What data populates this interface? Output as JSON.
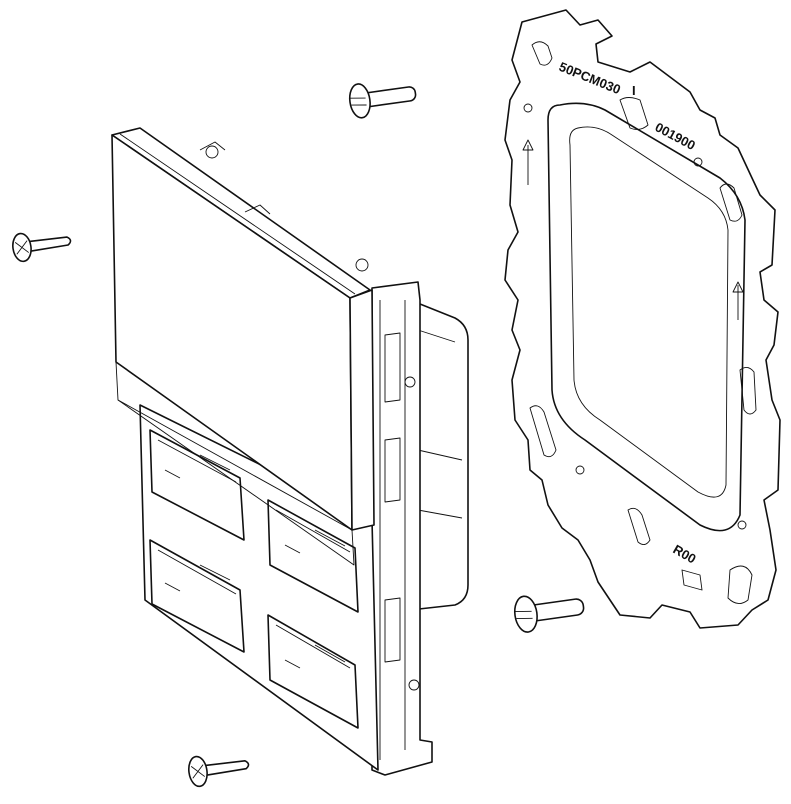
{
  "frame_labels": {
    "part_code": "50PCM030",
    "serial": "001900",
    "marker": "I",
    "revision": "R00"
  }
}
